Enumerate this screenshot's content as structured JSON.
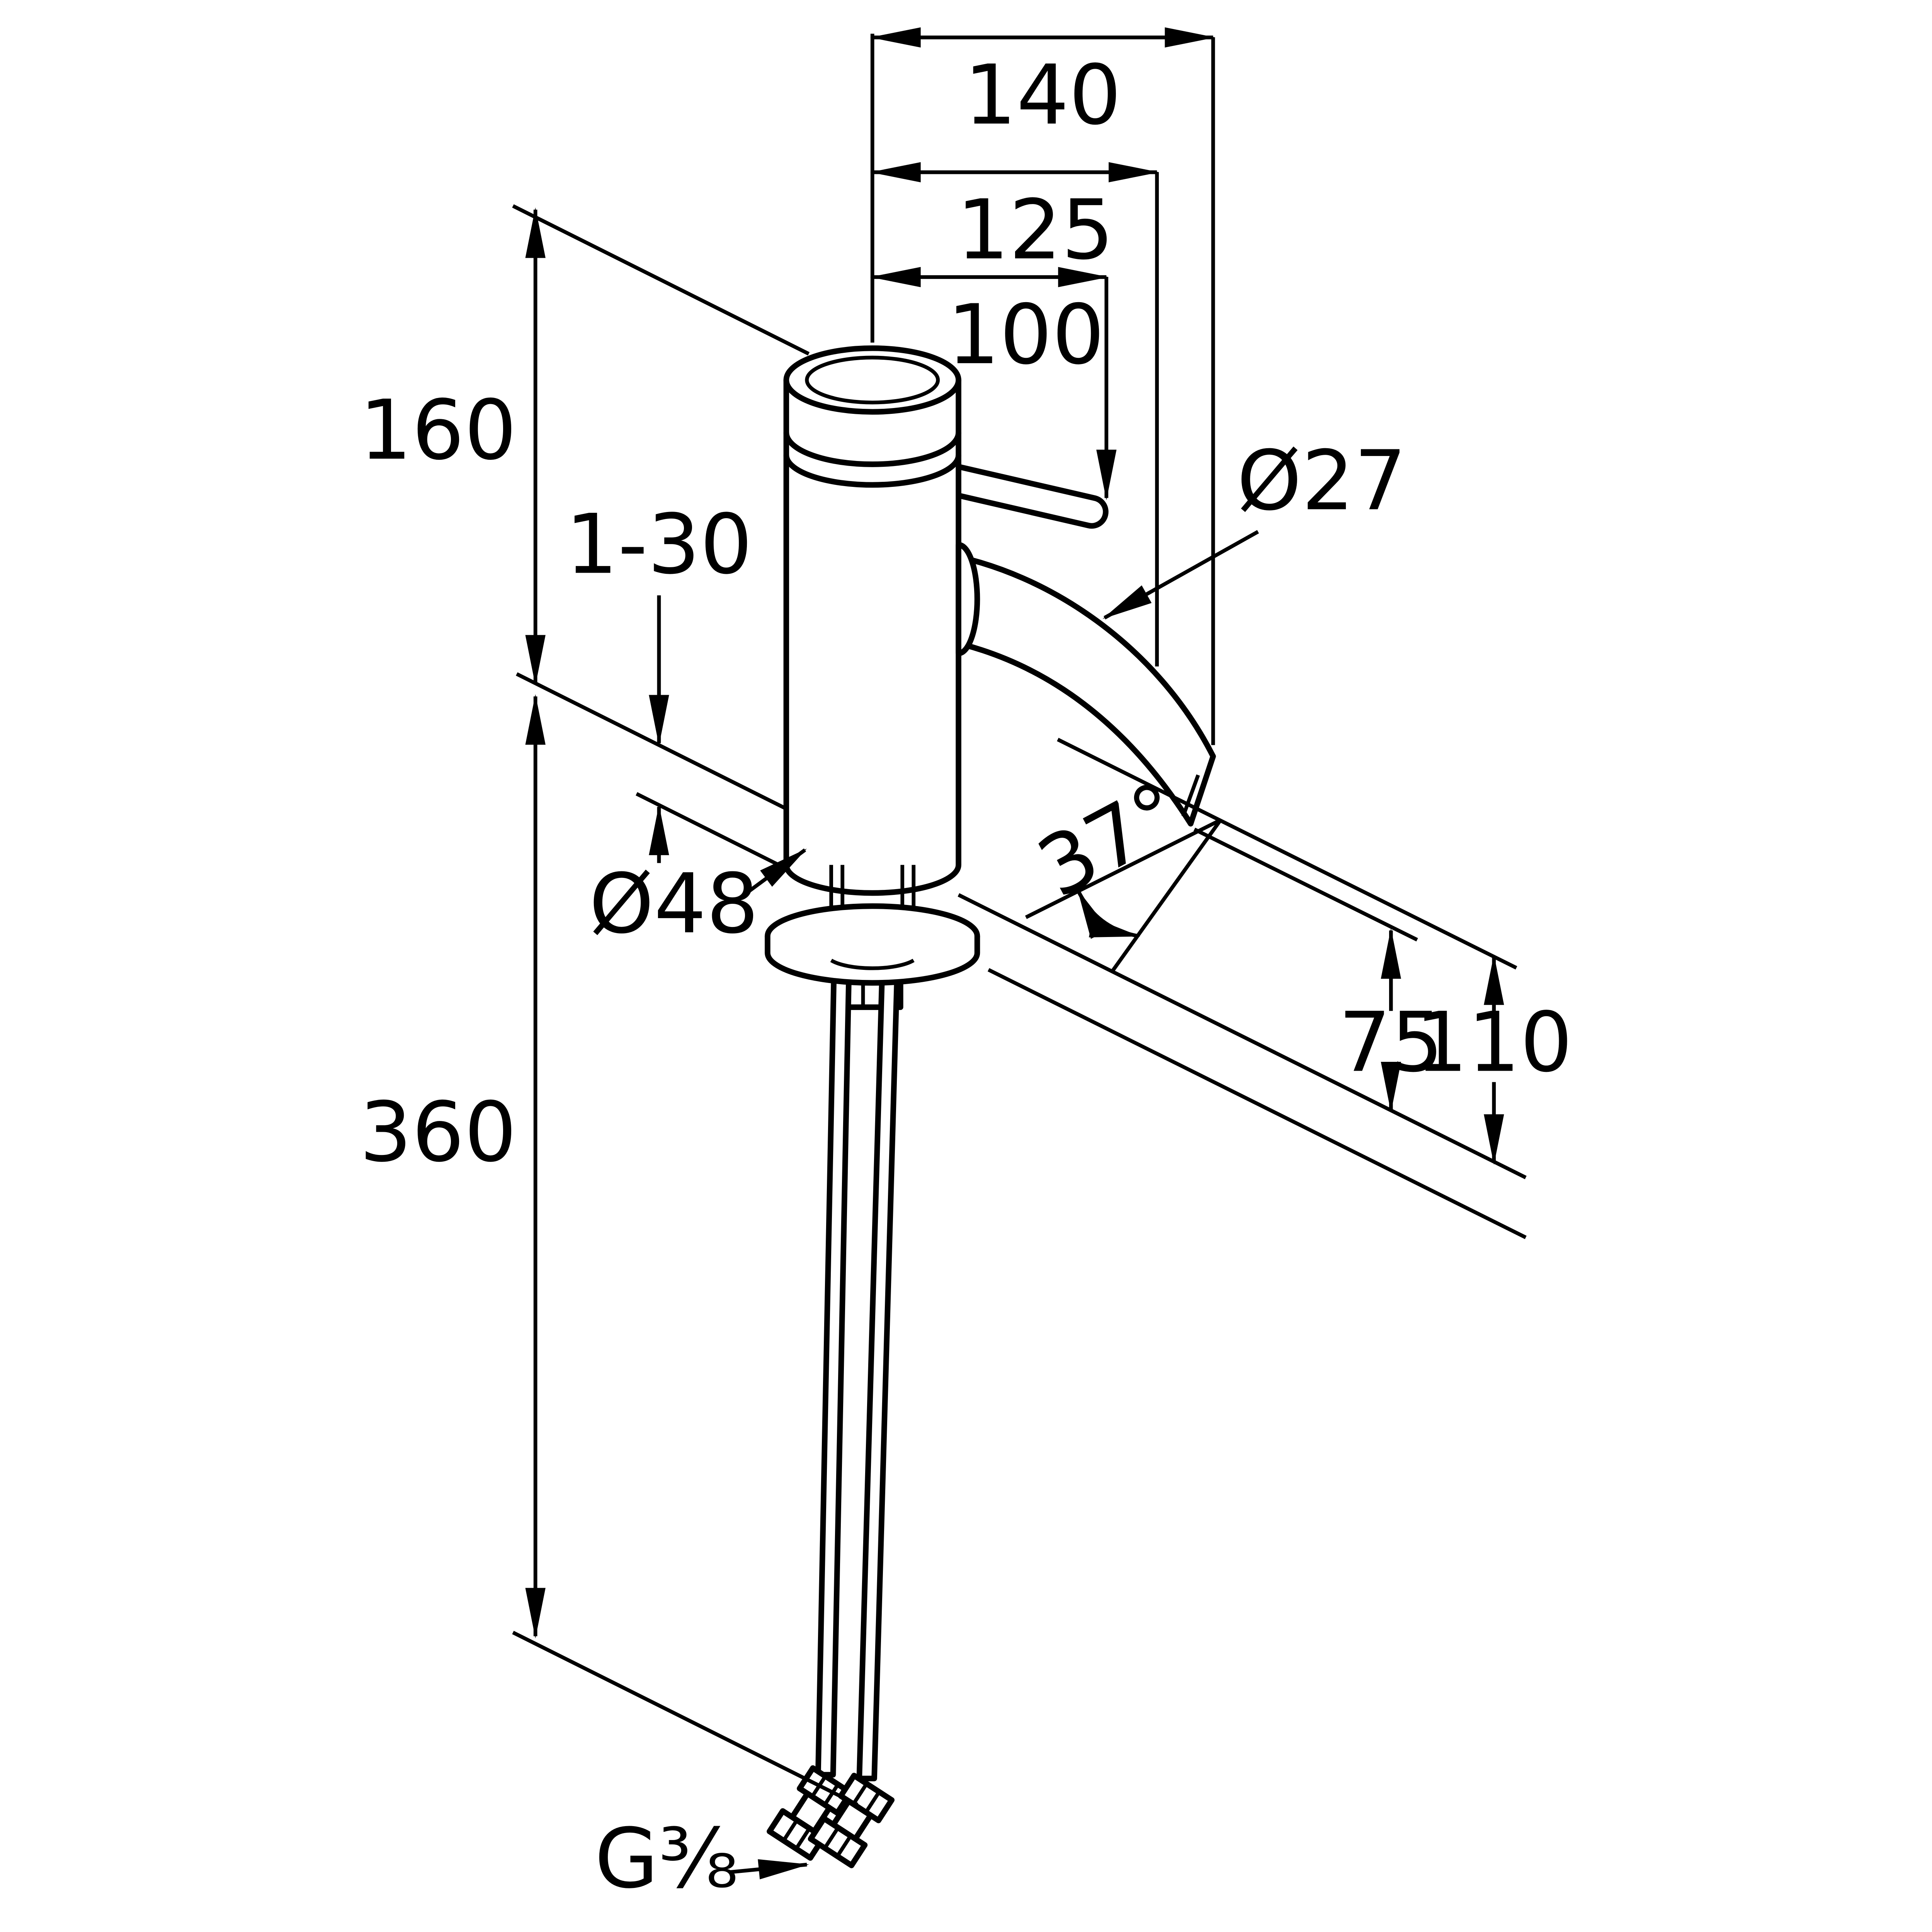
{
  "meta": {
    "background_color": "#ffffff",
    "line_color": "#000000",
    "drawing_type": "single-lever basin mixer dimension drawing"
  },
  "labels": {
    "d140": "140",
    "d125": "125",
    "d100": "100",
    "d160": "160",
    "d360": "360",
    "deck": "1-30",
    "dia27": "Ø27",
    "dia48": "Ø48",
    "angle": "37°",
    "d75": "75",
    "d110": "110",
    "thread": "G⅜"
  }
}
